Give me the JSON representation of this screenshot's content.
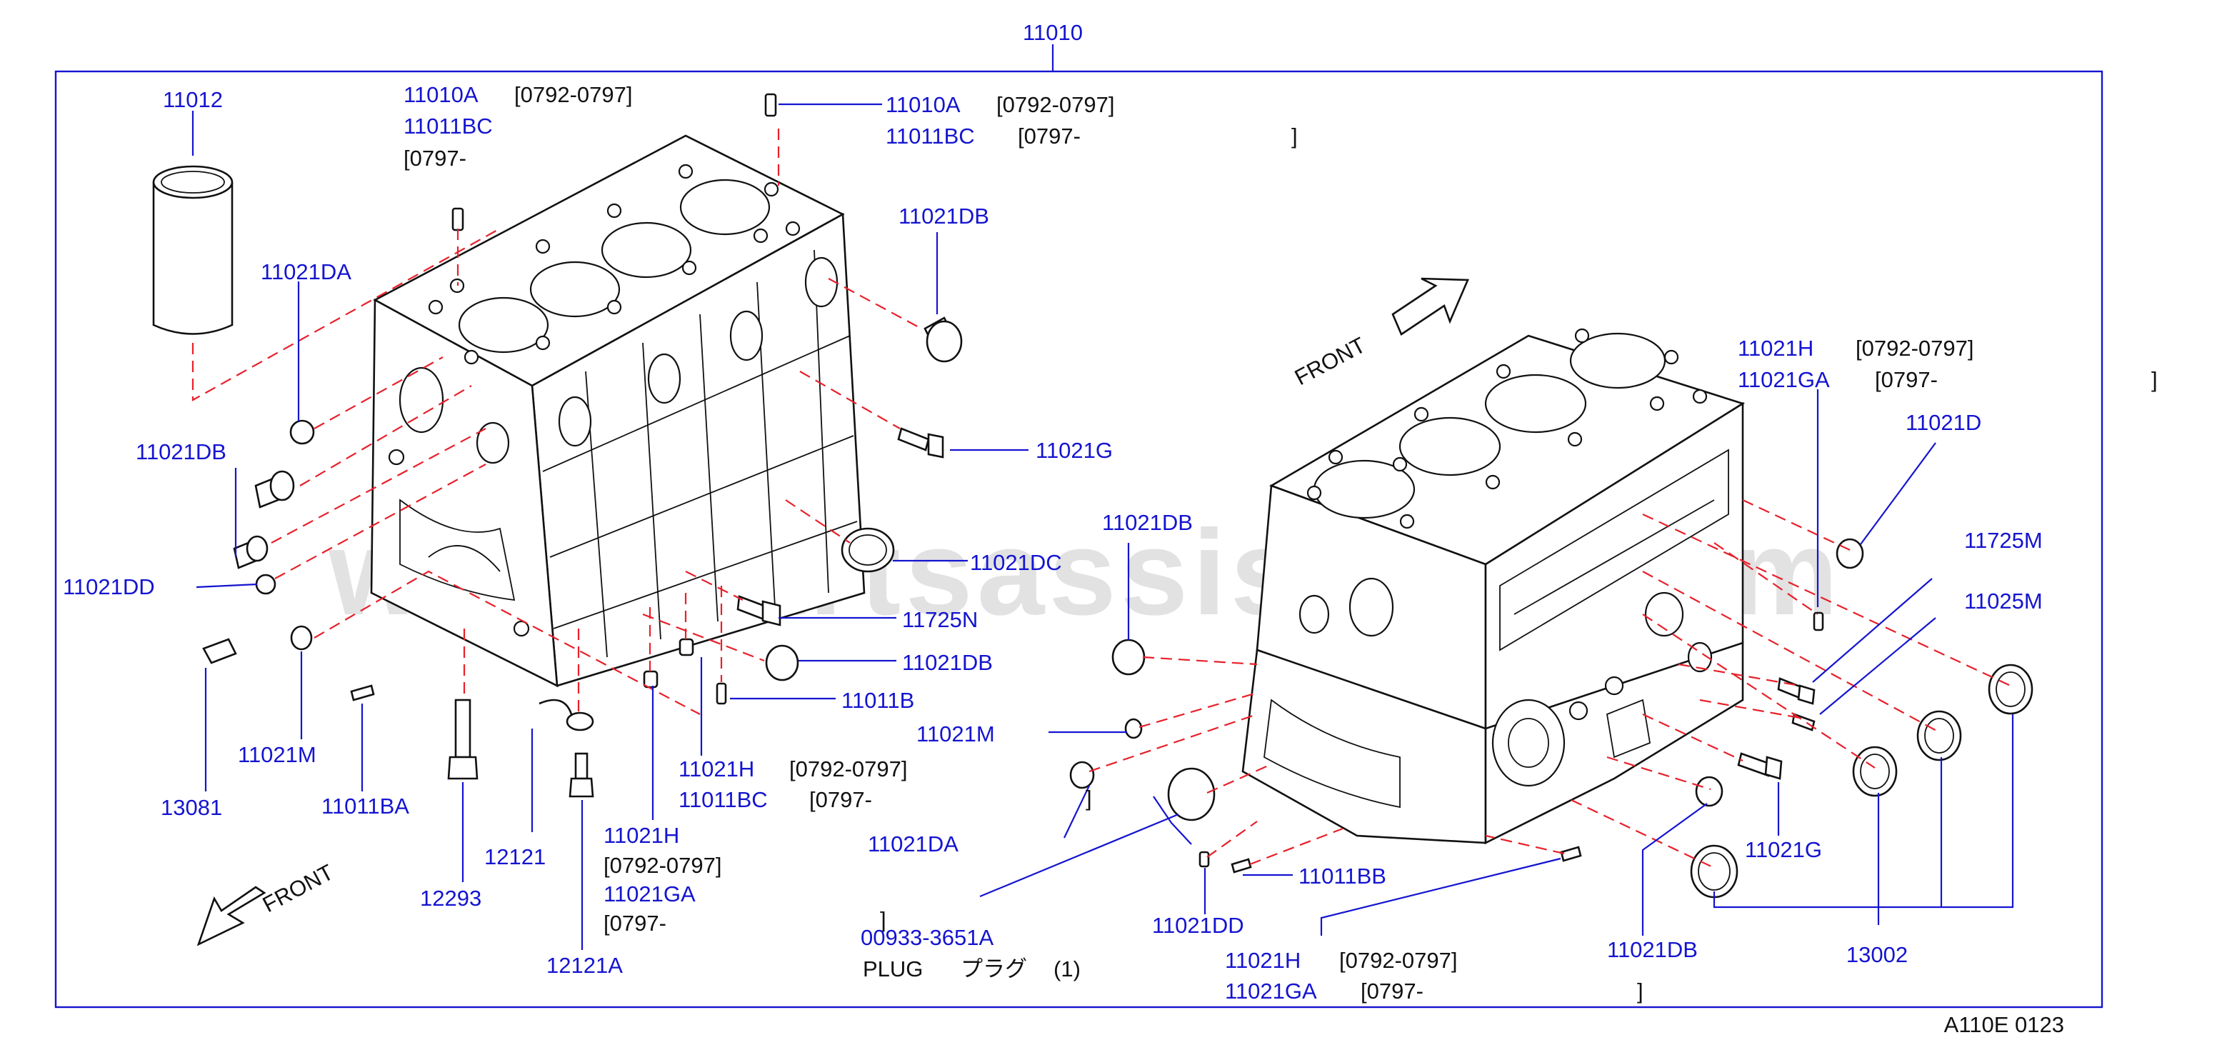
{
  "assembly": {
    "number": "11010"
  },
  "watermark": "www.partsassistant.com",
  "footer": {
    "code": "A110E  0123"
  },
  "front_labels": [
    "FRONT",
    "FRONT"
  ],
  "callouts": {
    "c11012": "11012",
    "c11010A_l": "11010A",
    "c11010A_l_range": "[0792-0797]",
    "c11011BC_l": "11011BC",
    "c11011BC_l_range": "[0797-",
    "c11010A_r": "11010A",
    "c11010A_r_range": "[0792-0797]",
    "c11011BC_r": "11011BC",
    "c11011BC_r_range": "[0797-",
    "c11011BC_r_close": "]",
    "c11021DB_1": "11021DB",
    "c11021DA_1": "11021DA",
    "c11021DB_2": "11021DB",
    "c11021DD_1": "11021DD",
    "c11021G_1": "11021G",
    "c11021DC": "11021DC",
    "c11725N": "11725N",
    "c11021DB_3": "11021DB",
    "c11011B": "11011B",
    "c11021M_1": "11021M",
    "c13081": "13081",
    "c11011BA": "11011BA",
    "c12121": "12121",
    "c12293": "12293",
    "c12121A": "12121A",
    "c11021H_1": "11021H",
    "c11021H_1_range": "[0792-0797]",
    "c11011BC_3": "11011BC",
    "c11011BC_3_range": "[0797-",
    "c11021H_2": "11021H",
    "c11021H_2_range": "[0792-0797]",
    "c11021GA_2": "11021GA",
    "c11021GA_2_range": "[0797-",
    "c11021GA_2_close": "]",
    "c11021H_3": "11021H",
    "c11021H_3_range": "[0792-0797]",
    "c11021GA_3": "11021GA",
    "c11021GA_3_range": "[0797-",
    "c11021GA_3_close": "]",
    "c11021D": "11021D",
    "c11725M": "11725M",
    "c11025M": "11025M",
    "c11021DB_4": "11021DB",
    "c11021M_2": "11021M",
    "c11021DA_2": "11021DA",
    "c11021DA_2_close": "]",
    "c00933": "00933-3651A",
    "plug": "PLUG",
    "plug_jp": "プラグ",
    "plug_qty": "(1)",
    "c11021DD_2": "11021DD",
    "c11011BB": "11011BB",
    "c11021G_2": "11021G",
    "c11021DB_5": "11021DB",
    "c13002": "13002",
    "c11021H_4": "11021H",
    "c11021H_4_range": "[0792-0797]",
    "c11021GA_4": "11021GA",
    "c11021GA_4_range": "[0797-",
    "c11021GA_4_close": "]"
  }
}
